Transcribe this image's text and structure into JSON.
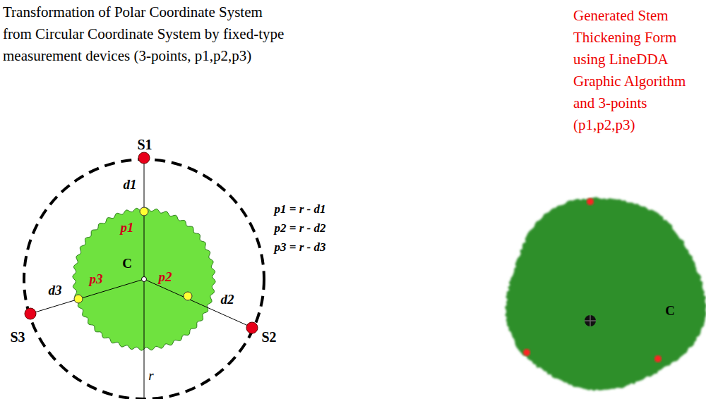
{
  "diagram": {
    "title": "Transformation of Polar Coordinate System from Circular Coordinate System by fixed-type measurement devices (3-points, p1,p2,p3)",
    "labels": [
      "S1",
      "d1",
      "p1 = r - d1",
      "p2 = r - d2",
      "p3 = r - d3",
      "p1",
      "C",
      "p3",
      "p2",
      "d3",
      "d2",
      "S3",
      "S2",
      "r",
      "Generated Stem Thickening Form using LineDDA Graphic Algorithm and 3-points (p1,p2,p3)",
      "C"
    ]
  }
}
